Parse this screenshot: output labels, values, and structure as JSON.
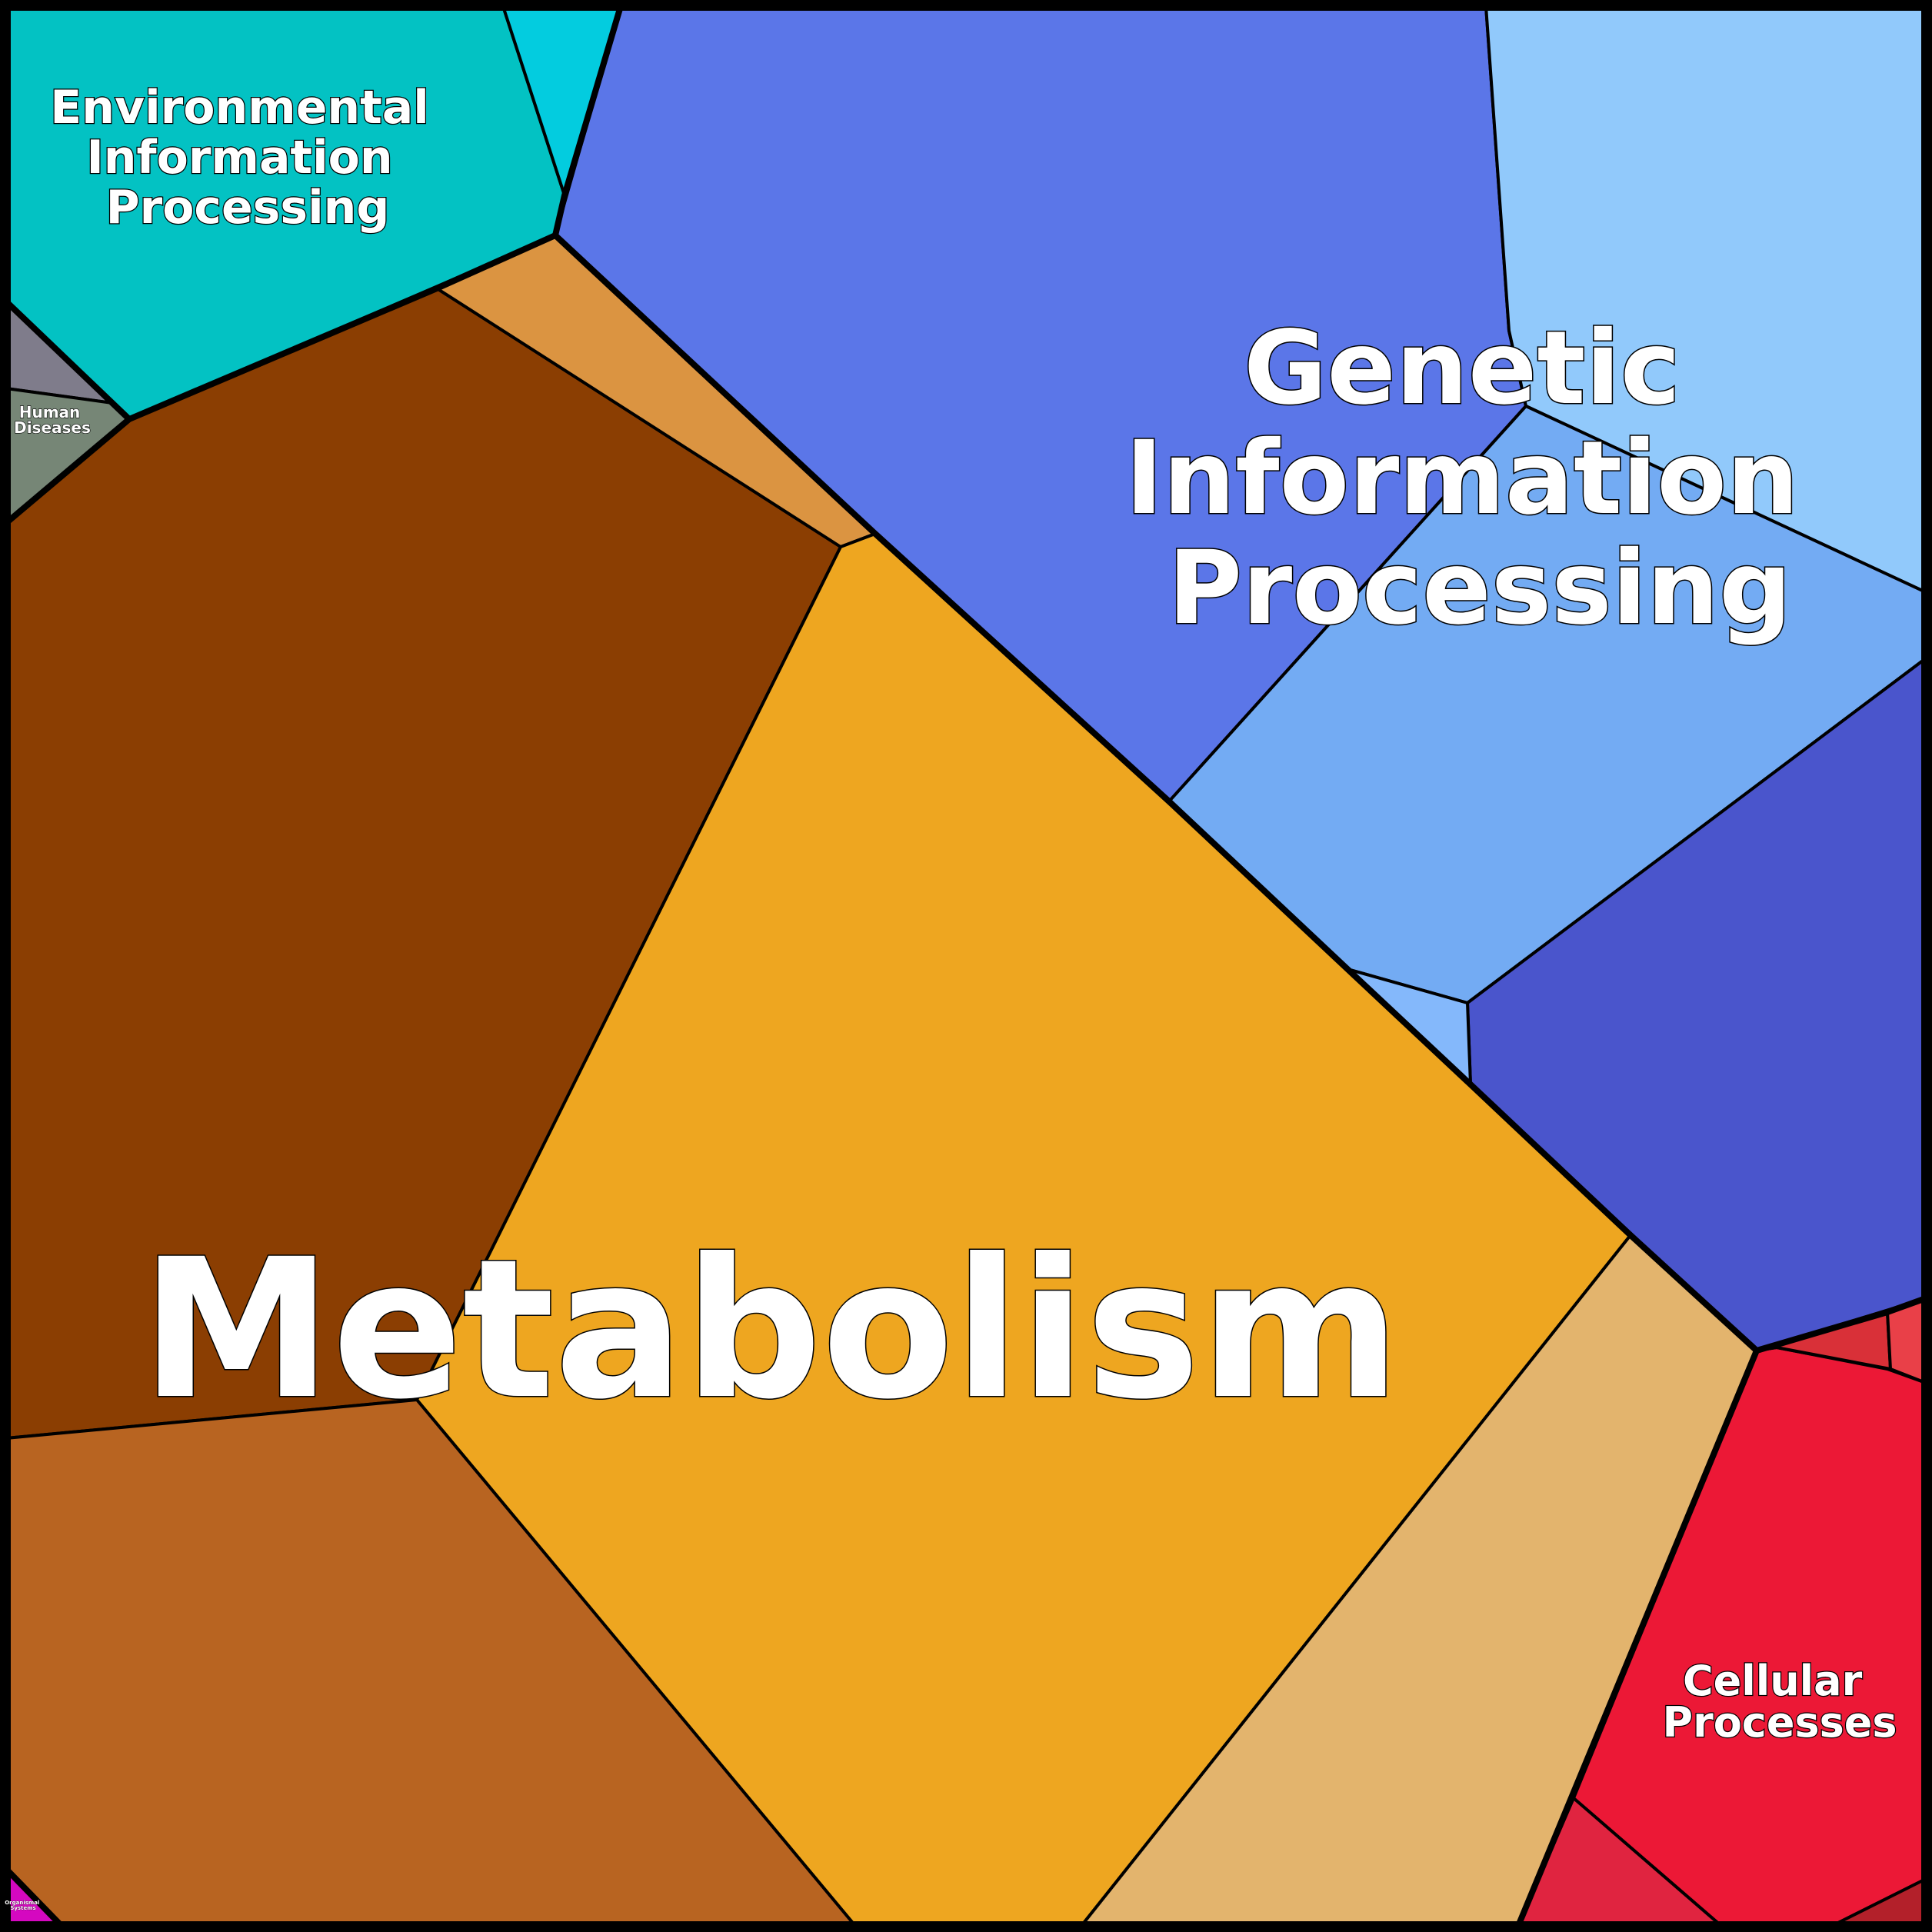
{
  "groups": {
    "metabolism": {
      "label": [
        "Metabolism"
      ]
    },
    "genetic": {
      "label": [
        "Genetic",
        "Information",
        "Processing"
      ]
    },
    "environmental": {
      "label": [
        "Environmental",
        "Information",
        "Processing"
      ]
    },
    "cellular": {
      "label": [
        "Cellular",
        "Processes"
      ]
    },
    "human_diseases": {
      "label": [
        "Human",
        "Diseases"
      ]
    },
    "organismal": {
      "label": [
        "Organismal",
        "Systems"
      ]
    }
  },
  "colors": {
    "metabolism_main": "#eea620",
    "metabolism_dark": "#8b3e02",
    "metabolism_mid": "#b86421",
    "metabolism_tan": "#e3b46d",
    "metabolism_light": "#db9441",
    "genetic_blue": "#5b76e8",
    "genetic_light": "#91c9fb",
    "genetic_sky": "#73abf3",
    "genetic_indigo": "#4a55cc",
    "genetic_pale": "#84b8fb",
    "environmental_teal": "#03c2c3",
    "environmental_cyan": "#03ccdf",
    "cellular_red": "#ec1836",
    "cellular_dark": "#b3202a",
    "cellular_rose": "#e02440",
    "cellular_coral": "#e94048",
    "cellular_brick": "#d93038",
    "human_gray": "#7f7c8b",
    "human_sage": "#768676",
    "organismal_magenta": "#d508c0"
  }
}
